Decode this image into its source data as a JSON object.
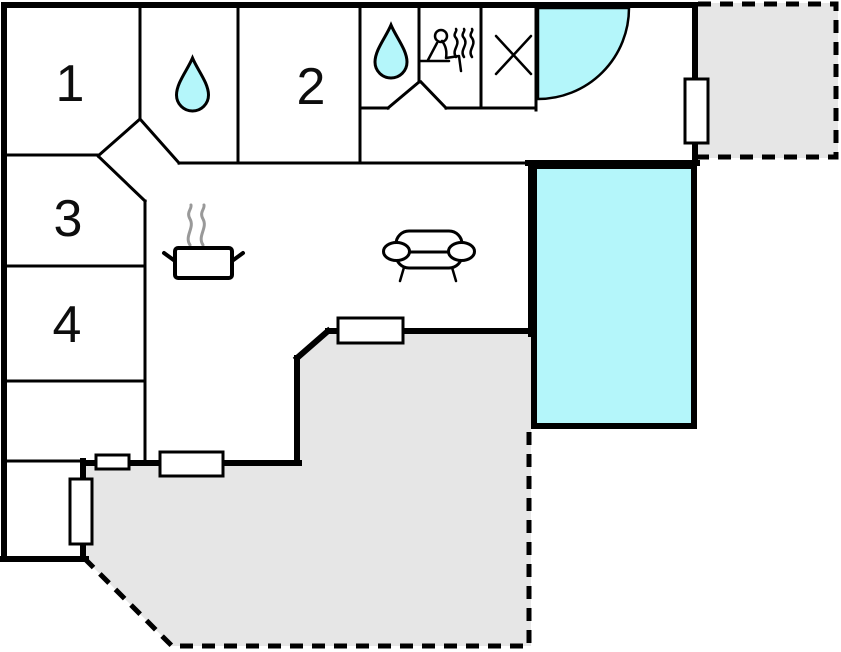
{
  "title": "Holiday home floor plan",
  "colors": {
    "background": "#ffffff",
    "wall": "#000000",
    "water": "#b4f6fa",
    "terrace": "#e6e6e6",
    "steam": "#999999"
  },
  "rooms": [
    {
      "label": "1"
    },
    {
      "label": "2"
    },
    {
      "label": "3"
    },
    {
      "label": "4"
    }
  ],
  "icons": [
    {
      "name": "water-drop-icon"
    },
    {
      "name": "water-drop-icon"
    },
    {
      "name": "sauna-icon"
    },
    {
      "name": "cross-icon"
    },
    {
      "name": "cooking-pot-icon"
    },
    {
      "name": "sofa-icon"
    },
    {
      "name": "corner-bathtub-icon"
    }
  ],
  "areas": [
    {
      "name": "pool"
    },
    {
      "name": "terrace-top-right"
    },
    {
      "name": "terrace-bottom"
    }
  ]
}
